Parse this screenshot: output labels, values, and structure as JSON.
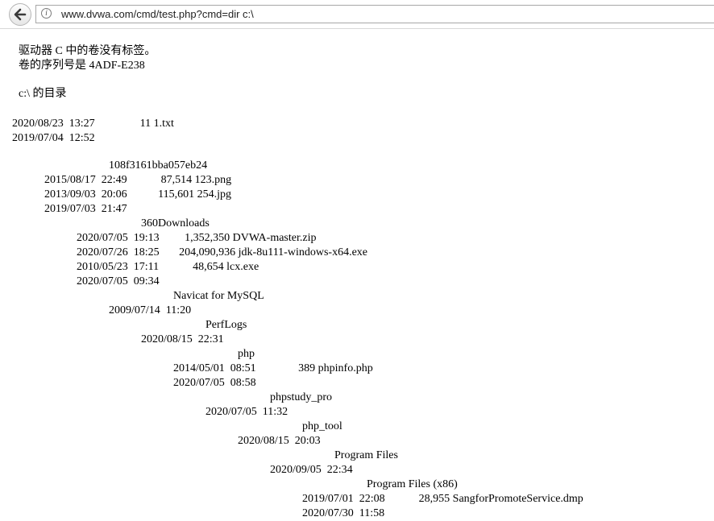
{
  "browser": {
    "url": "www.dvwa.com/cmd/test.php?cmd=dir c:\\"
  },
  "output": {
    "header": [
      "驱动器 C 中的卷没有标签。",
      "卷的序列号是 4ADF-E238",
      "c:\\ 的目录"
    ],
    "lines": [
      "2020/08/23  13:27                11 1.txt",
      "2019/07/04  12:52",
      "108f3161bba057eb24",
      "2015/08/17  22:49            87,514 123.png",
      "2013/09/03  20:06           115,601 254.jpg",
      "2019/07/03  21:47",
      "360Downloads",
      "2020/07/05  19:13         1,352,350 DVWA-master.zip",
      "2020/07/26  18:25       204,090,936 jdk-8u111-windows-x64.exe",
      "2010/05/23  17:11            48,654 lcx.exe",
      "2020/07/05  09:34",
      "Navicat for MySQL",
      "2009/07/14  11:20",
      "PerfLogs",
      "2020/08/15  22:31",
      "php",
      "2014/05/01  08:51               389 phpinfo.php",
      "2020/07/05  08:58",
      "phpstudy_pro",
      "2020/07/05  11:32",
      "php_tool",
      "2020/08/15  20:03",
      "Program Files",
      "2020/09/05  22:34",
      "Program Files (x86)",
      "2019/07/01  22:08            28,955 SangforPromoteService.dmp",
      "2020/07/30  11:58"
    ]
  }
}
